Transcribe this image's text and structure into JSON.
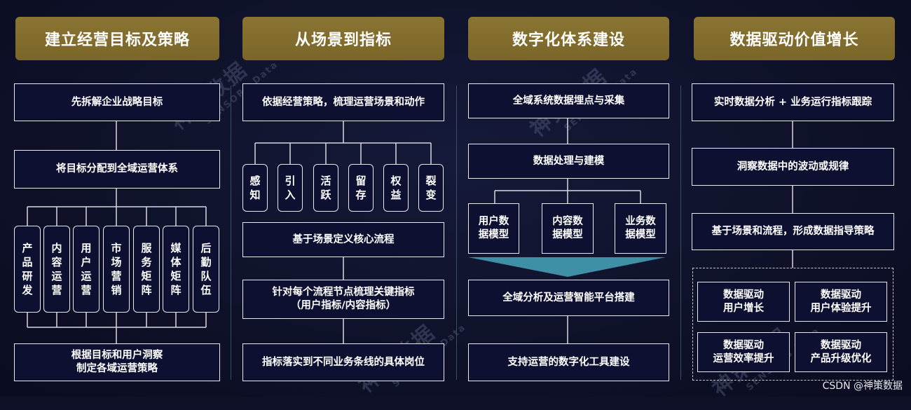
{
  "headers": [
    "建立经营目标及策略",
    "从场景到指标",
    "数字化体系建设",
    "数据驱动价值增长"
  ],
  "col1": {
    "box1": "先拆解企业战略目标",
    "box2": "将目标分配到全域运营体系",
    "items": [
      "产品研发",
      "内容运营",
      "用户运营",
      "市场营销",
      "服务矩阵",
      "媒体矩阵",
      "后勤队伍"
    ],
    "box3_line1": "根据目标和用户洞察",
    "box3_line2": "制定各域运营策略"
  },
  "col2": {
    "box1": "依据经营策略，梳理运营场景和动作",
    "items": [
      "感知",
      "引入",
      "活跃",
      "留存",
      "权益",
      "裂变"
    ],
    "box2": "基于场景定义核心流程",
    "box3_line1": "针对每个流程节点梳理关键指标",
    "box3_line2": "（用户指标/内容指标）",
    "box4": "指标落实到不同业务条线的具体岗位"
  },
  "col3": {
    "box1": "全域系统数据埋点与采集",
    "box2": "数据处理与建模",
    "models": [
      {
        "line1": "用户数",
        "line2": "据模型"
      },
      {
        "line1": "内容数",
        "line2": "据模型"
      },
      {
        "line1": "业务数",
        "line2": "据模型"
      }
    ],
    "box3": "全域分析及运营智能平台搭建",
    "box4": "支持运营的数字化工具建设"
  },
  "col4": {
    "box1": "实时数据分析 + 业务运行指标跟踪",
    "box2": "洞察数据中的波动或规律",
    "box3": "基于场景和流程，形成数据指导策略",
    "grid": [
      {
        "line1": "数据驱动",
        "line2": "用户增长"
      },
      {
        "line1": "数据驱动",
        "line2": "用户体验提升"
      },
      {
        "line1": "数据驱动",
        "line2": "运营效率提升"
      },
      {
        "line1": "数据驱动",
        "line2": "产品升级优化"
      }
    ]
  },
  "watermark": {
    "cn": "神策数据",
    "en": "SENSORS Data"
  },
  "footer": "CSDN @神策数据",
  "colors": {
    "header": "#7a6628",
    "background": "#0e1128",
    "arrow": "#3f8fa6",
    "border": "#e8e8ee"
  }
}
